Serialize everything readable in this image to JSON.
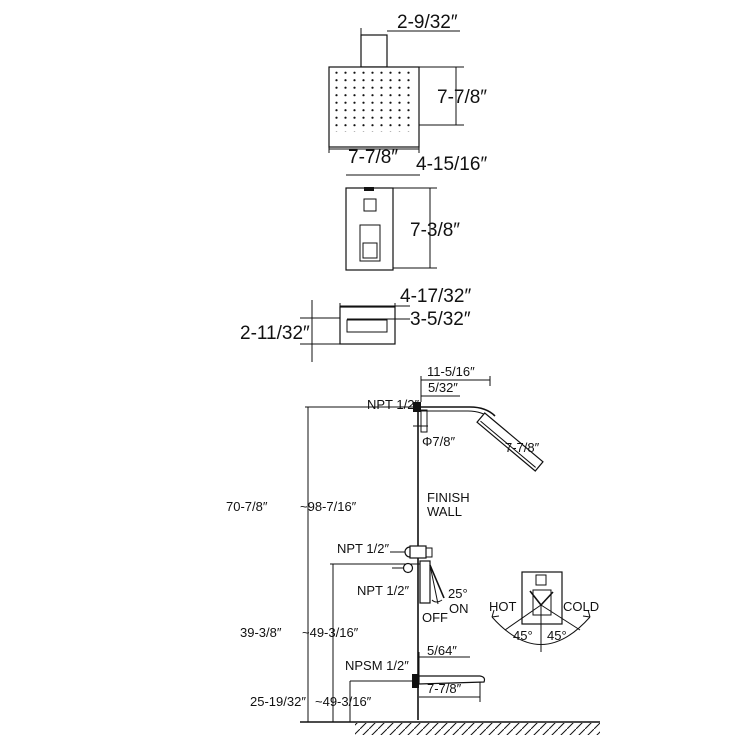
{
  "shower_head_top": {
    "neck_width": "2-9/32″",
    "height": "7-7/8″",
    "width": "7-7/8″"
  },
  "trim_plate": {
    "width": "4-15/16″",
    "height": "7-3/8″"
  },
  "valve_body": {
    "outer_width": "4-17/32″",
    "inner_width": "3-5/32″",
    "depth": "2-11/32″"
  },
  "side_view": {
    "arm_reach": "11-5/16″",
    "arm_offset": "5/32″",
    "top_inlet": "NPT 1/2″",
    "arm_diameter": "Φ7/8″",
    "head_size": "7-7/8″",
    "finish_wall": [
      "FINISH",
      "WALL"
    ],
    "valve_inlet_top": "NPT 1/2″",
    "valve_inlet_bottom": "NPT 1/2″",
    "handle_angle": "25°",
    "on_label": "ON",
    "off_label": "OFF",
    "spout_offset": "5/64″",
    "spout_inlet": "NPSM 1/2″",
    "spout_length": "7-7/8″",
    "head_height_a": "70-7/8″",
    "head_height_b": "~98-7/16″",
    "valve_height_a": "39-3/8″",
    "valve_height_b": "~49-3/16″",
    "spout_height_a": "25-19/32″",
    "spout_height_b": "~49-3/16″"
  },
  "handle_rotation": {
    "hot": "HOT",
    "cold": "COLD",
    "left_angle": "45°",
    "right_angle": "45°"
  }
}
